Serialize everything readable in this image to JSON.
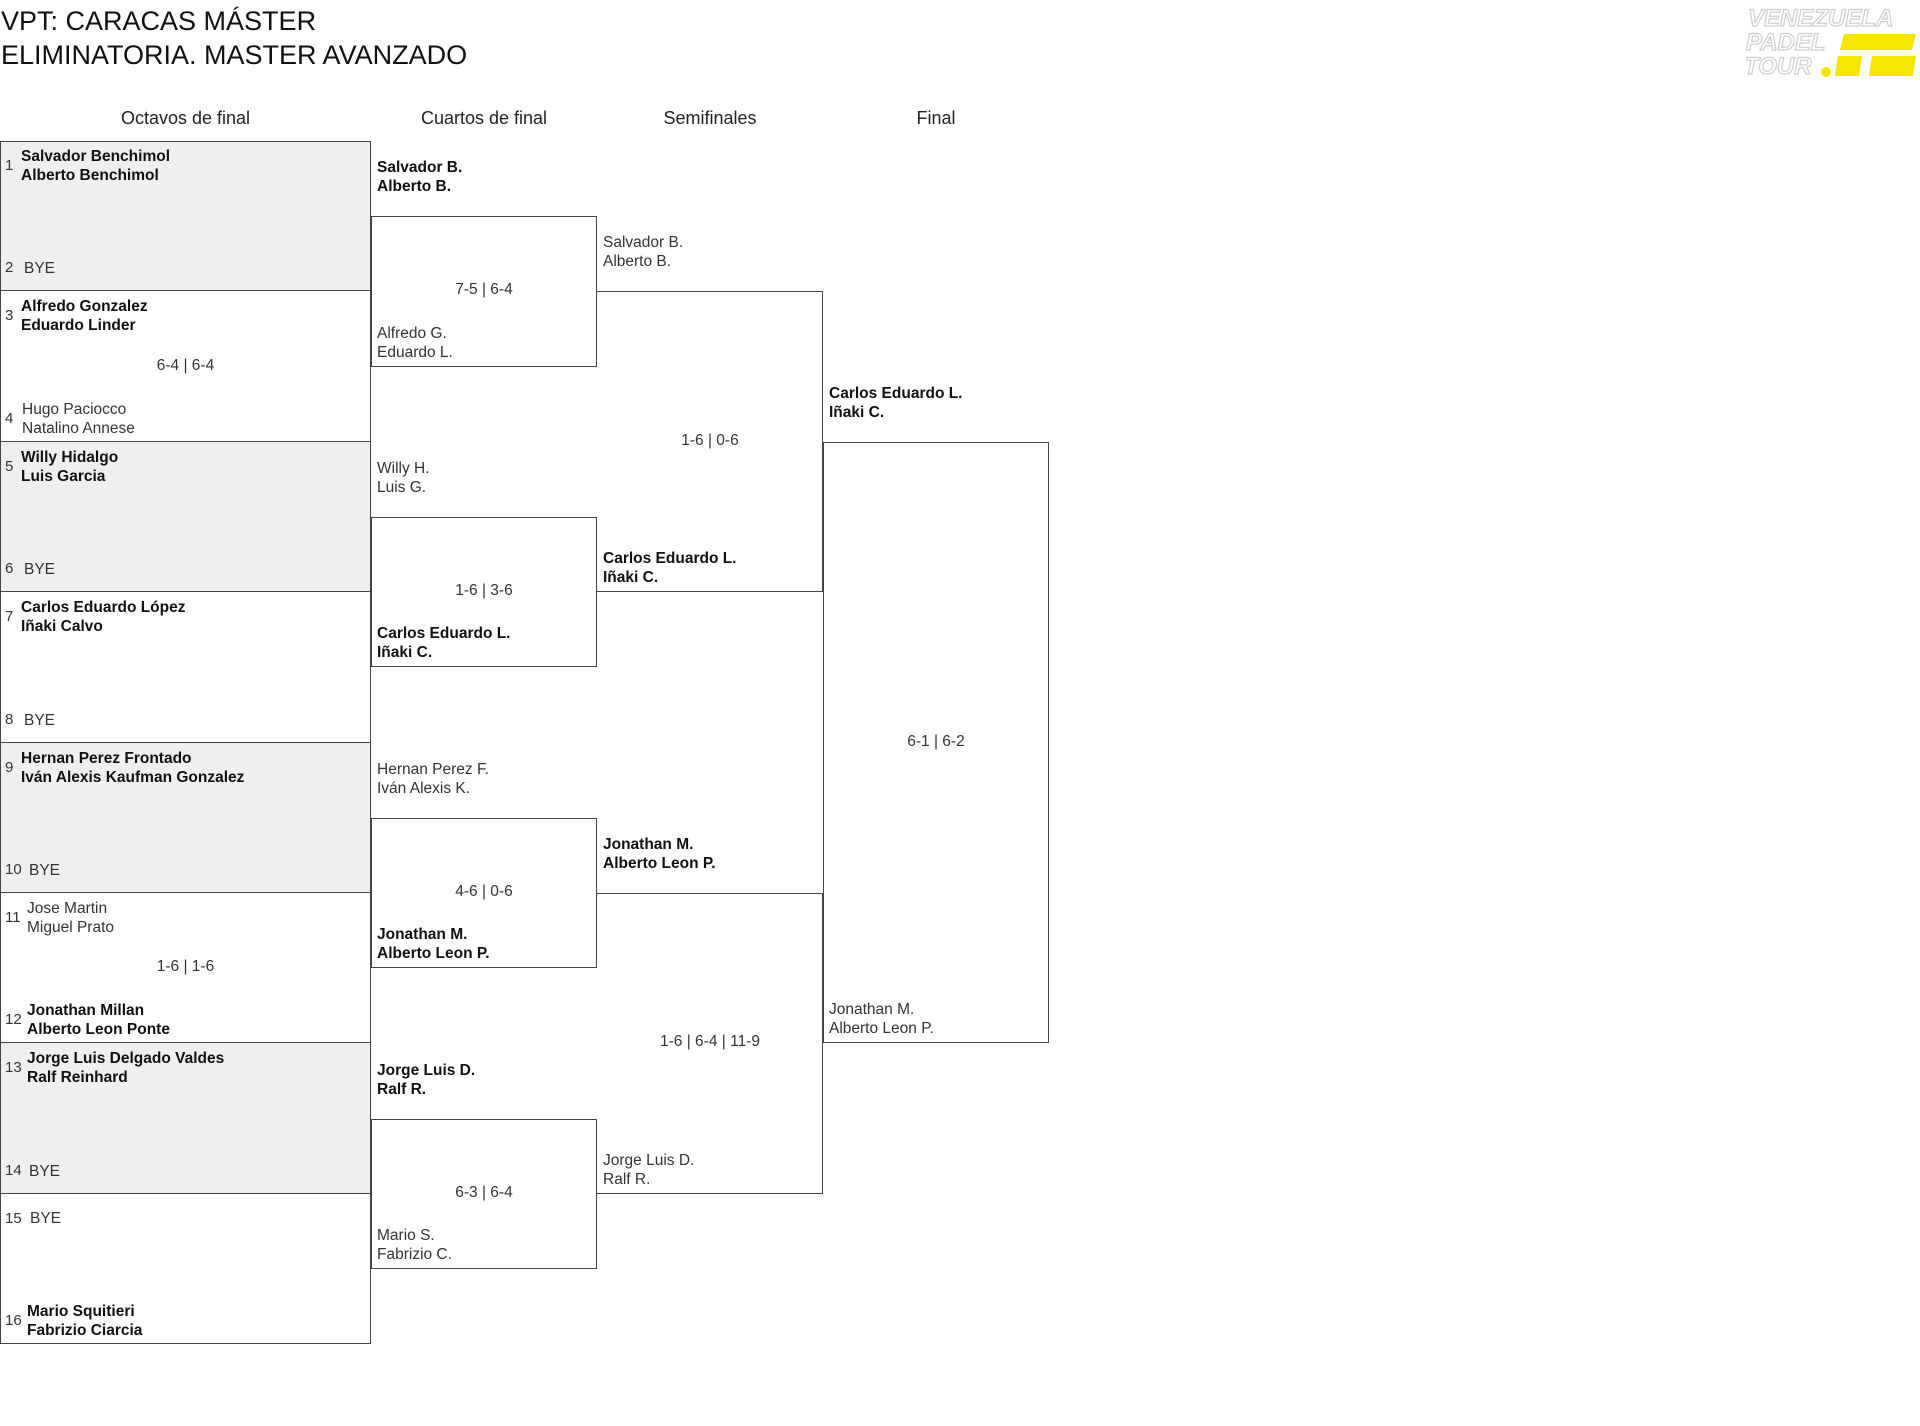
{
  "title": {
    "line1": "VPT: CARACAS MÁSTER",
    "line2": "ELIMINATORIA. MASTER AVANZADO"
  },
  "logo": {
    "line1": "VENEZUELA",
    "line2": "PADEL",
    "line3": "TOUR",
    "accent": "#f5e500",
    "outline": "#cfcfcf"
  },
  "rounds": {
    "r16": "Octavos de final",
    "qf": "Cuartos de final",
    "sf": "Semifinales",
    "final": "Final"
  },
  "r16": {
    "seeds": [
      "1",
      "2",
      "3",
      "4",
      "5",
      "6",
      "7",
      "8",
      "9",
      "10",
      "11",
      "12",
      "13",
      "14",
      "15",
      "16"
    ],
    "players": [
      {
        "a": "Salvador Benchimol",
        "b": "Alberto Benchimol",
        "win": true
      },
      {
        "a": "BYE",
        "b": "",
        "win": false
      },
      {
        "a": "Alfredo Gonzalez",
        "b": "Eduardo Linder",
        "win": true
      },
      {
        "a": "Hugo Paciocco",
        "b": "Natalino Annese",
        "win": false
      },
      {
        "a": "Willy Hidalgo",
        "b": "Luis Garcia",
        "win": true
      },
      {
        "a": "BYE",
        "b": "",
        "win": false
      },
      {
        "a": "Carlos Eduardo López",
        "b": "Iñaki Calvo",
        "win": true
      },
      {
        "a": "BYE",
        "b": "",
        "win": false
      },
      {
        "a": "Hernan Perez Frontado",
        "b": "Iván Alexis Kaufman Gonzalez",
        "win": true
      },
      {
        "a": "BYE",
        "b": "",
        "win": false
      },
      {
        "a": "Jose Martin",
        "b": "Miguel Prato",
        "win": false
      },
      {
        "a": "Jonathan Millan",
        "b": "Alberto Leon Ponte",
        "win": true
      },
      {
        "a": "Jorge Luis Delgado Valdes",
        "b": "Ralf Reinhard",
        "win": true
      },
      {
        "a": "BYE",
        "b": "",
        "win": false
      },
      {
        "a": "BYE",
        "b": "",
        "win": false
      },
      {
        "a": "Mario Squitieri",
        "b": "Fabrizio Ciarcia",
        "win": true
      }
    ],
    "scores": [
      "",
      "6-4 | 6-4",
      "",
      "",
      "",
      "1-6 | 1-6",
      "",
      ""
    ]
  },
  "qf": {
    "players": [
      {
        "a": "Salvador B.",
        "b": "Alberto B.",
        "win": true
      },
      {
        "a": "Alfredo G.",
        "b": "Eduardo L.",
        "win": false
      },
      {
        "a": "Willy H.",
        "b": "Luis G.",
        "win": false
      },
      {
        "a": "Carlos Eduardo L.",
        "b": "Iñaki C.",
        "win": true
      },
      {
        "a": "Hernan Perez F.",
        "b": "Iván Alexis K.",
        "win": false
      },
      {
        "a": "Jonathan M.",
        "b": "Alberto Leon P.",
        "win": true
      },
      {
        "a": "Jorge Luis D.",
        "b": "Ralf R.",
        "win": true
      },
      {
        "a": "Mario S.",
        "b": "Fabrizio C.",
        "win": false
      }
    ],
    "scores": [
      "7-5 | 6-4",
      "1-6 | 3-6",
      "4-6 | 0-6",
      "6-3 | 6-4"
    ]
  },
  "sf": {
    "players": [
      {
        "a": "Salvador B.",
        "b": "Alberto B.",
        "win": false
      },
      {
        "a": "Carlos Eduardo L.",
        "b": "Iñaki C.",
        "win": true
      },
      {
        "a": "Jonathan M.",
        "b": "Alberto Leon P.",
        "win": true
      },
      {
        "a": "Jorge Luis D.",
        "b": "Ralf R.",
        "win": false
      }
    ],
    "scores": [
      "1-6 | 0-6",
      "1-6 | 6-4 | 11-9"
    ]
  },
  "final": {
    "players": [
      {
        "a": "Carlos Eduardo L.",
        "b": "Iñaki C.",
        "win": true
      },
      {
        "a": "Jonathan M.",
        "b": "Alberto Leon P.",
        "win": false
      }
    ],
    "scores": [
      "6-1 | 6-2"
    ]
  }
}
